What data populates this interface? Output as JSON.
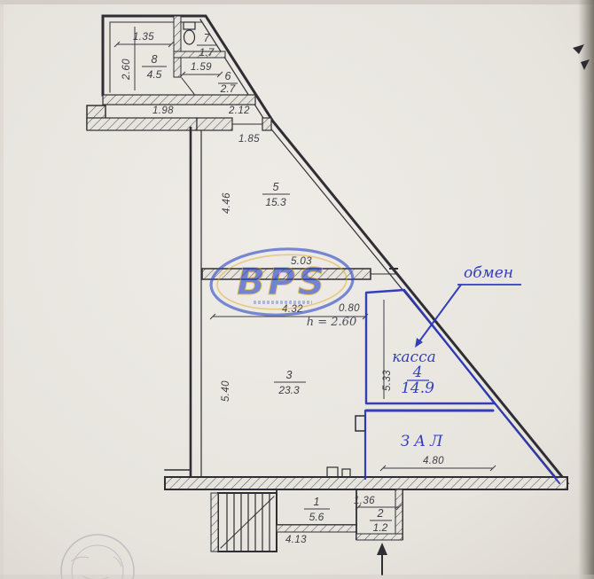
{
  "title": "Scanned floor plan with handwritten annotations",
  "watermark": {
    "text": "BPS"
  },
  "handwriting": {
    "obmen": "обмен",
    "kassa": "касса",
    "zal": "ЗАЛ",
    "height_note": "h = 2.60"
  },
  "rooms": {
    "r8": {
      "num": "8",
      "area": "4.5"
    },
    "r7": {
      "num": "7",
      "area": "1.7"
    },
    "r6": {
      "num": "6",
      "area": "2.7"
    },
    "r5": {
      "num": "5",
      "area": "15.3"
    },
    "r3": {
      "num": "3",
      "area": "23.3"
    },
    "r4": {
      "num": "4",
      "area": "14.9"
    },
    "r1": {
      "num": "1",
      "area": "5.6"
    },
    "r2": {
      "num": "2",
      "area": "1.2"
    }
  },
  "dims": {
    "w135": "1.35",
    "h260": "2.60",
    "w159": "1.59",
    "w198": "1.98",
    "w212": "2.12",
    "w185": "1.85",
    "h446": "4.46",
    "w503": "5.03",
    "w432": "4.32",
    "w080": "0.80",
    "h533": "5.33",
    "h540": "5.40",
    "w480": "4.80",
    "w413": "4.13",
    "w136": "1.36"
  },
  "colors": {
    "ink": "#2e2e34",
    "pen_blue": "#2a35b8",
    "paper": "#e9e6e1",
    "logo_yellow": "#e0a81c"
  }
}
